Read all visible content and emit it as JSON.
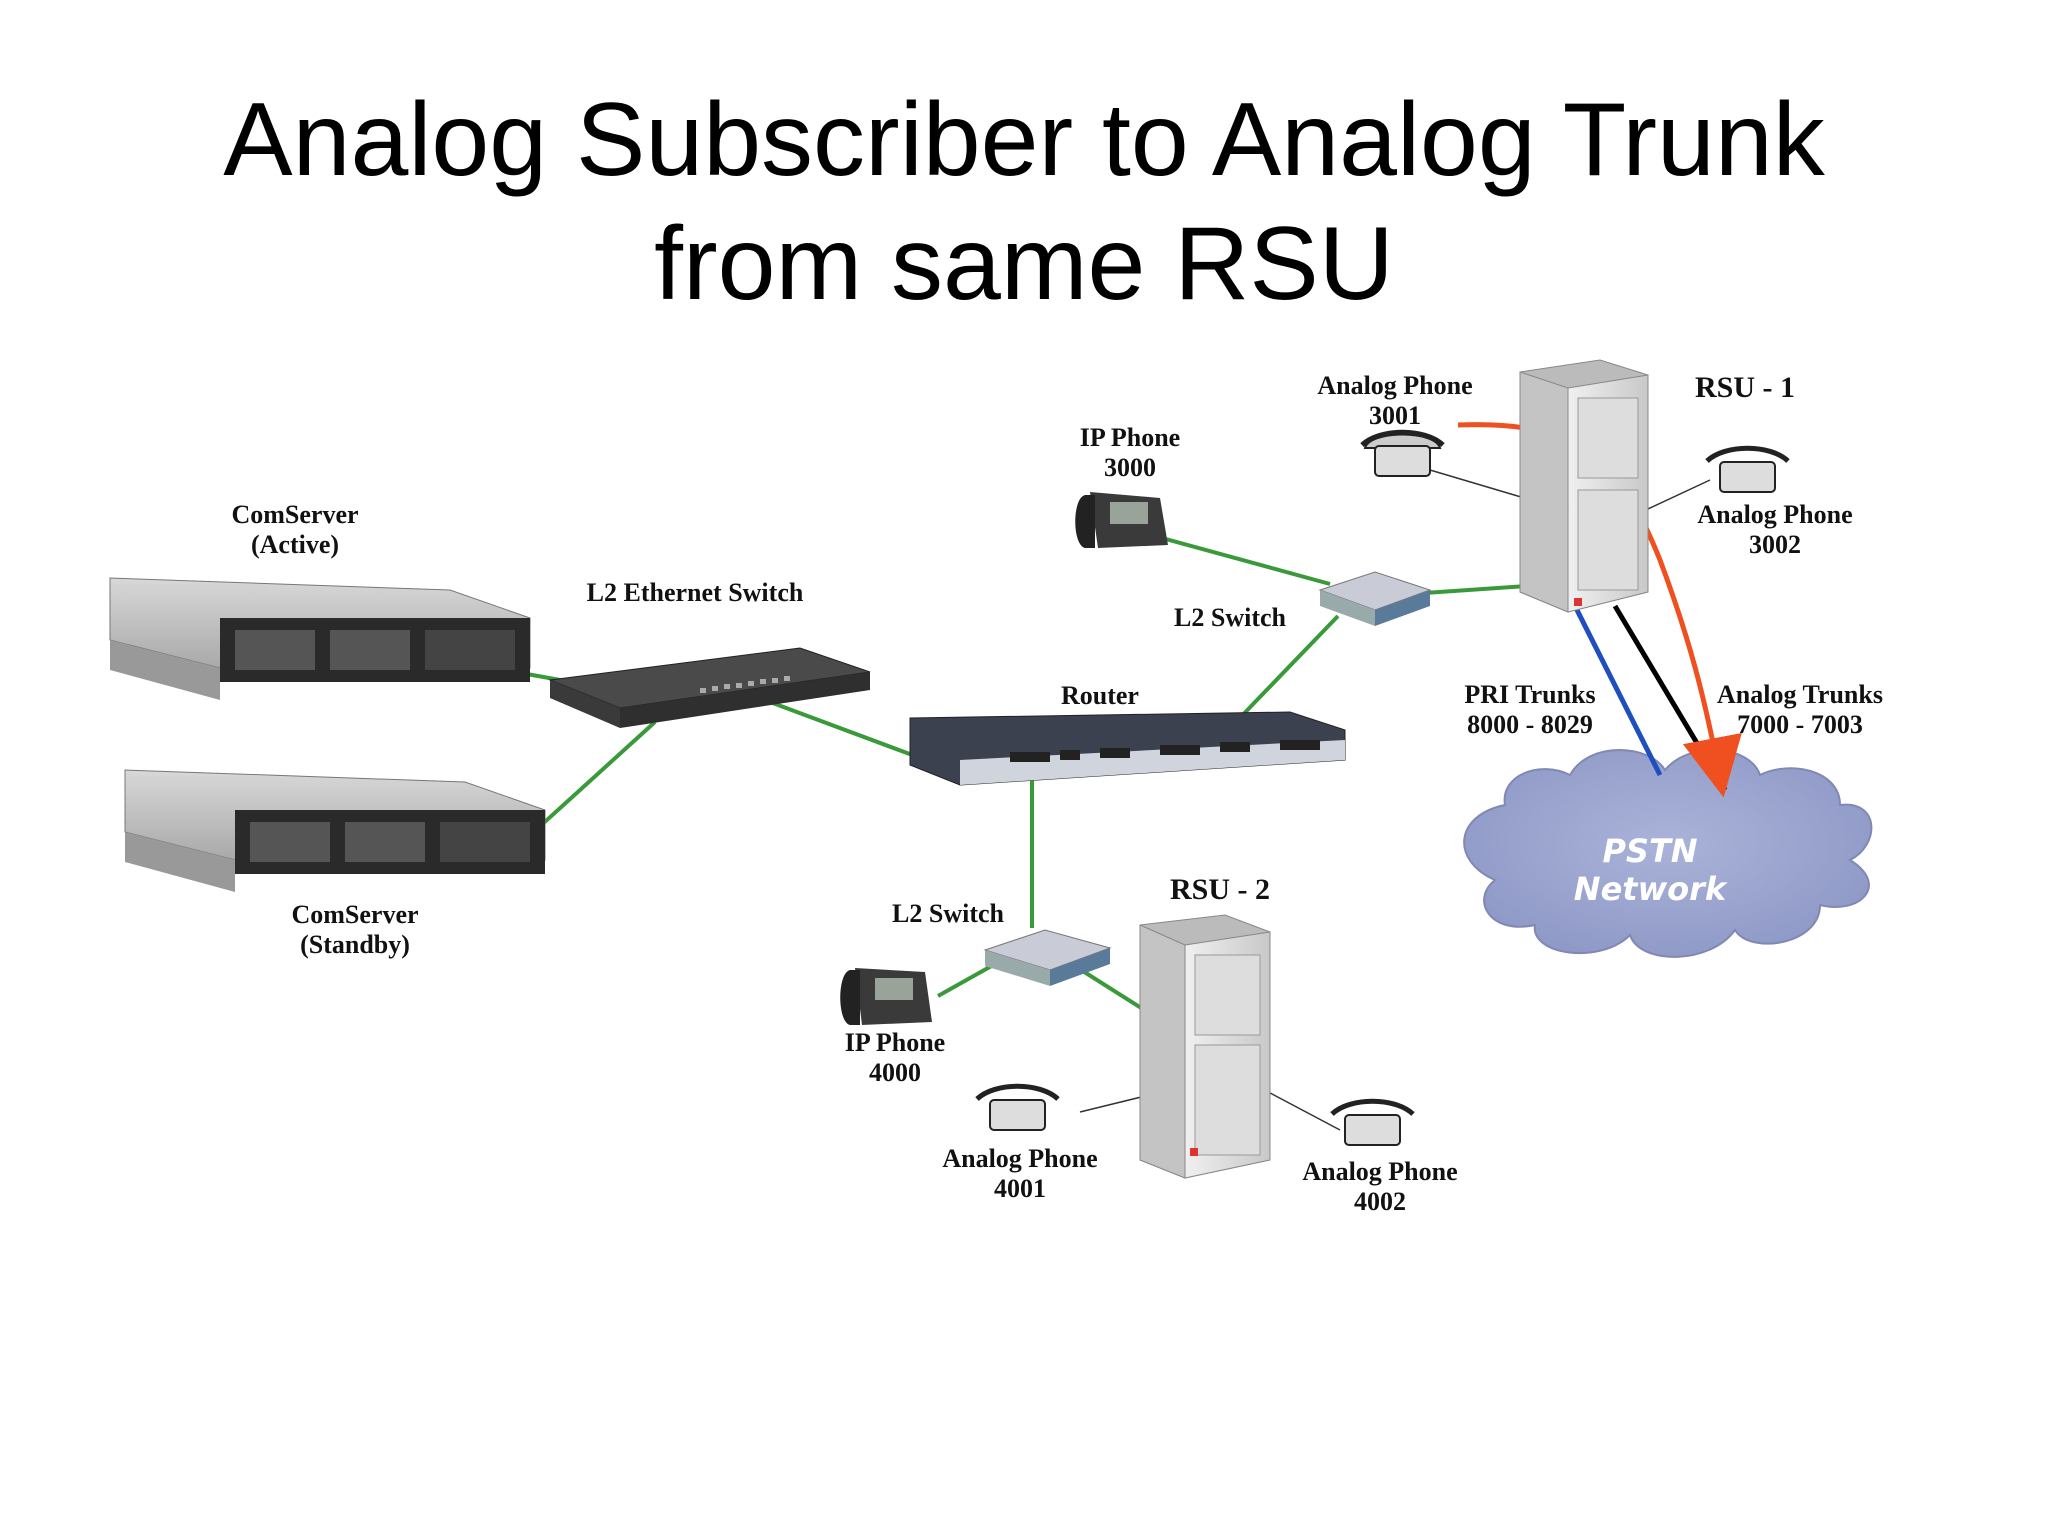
{
  "title": {
    "line1": "Analog Subscriber to Analog Trunk",
    "line2": "from same RSU"
  },
  "nodes": {
    "comserver_active": {
      "name": "ComServer",
      "role": "(Active)",
      "icon": "rack-server-icon"
    },
    "comserver_standby": {
      "name": "ComServer",
      "role": "(Standby)",
      "icon": "rack-server-icon"
    },
    "l2_ethernet_switch": {
      "name": "L2 Ethernet Switch",
      "icon": "ethernet-switch-icon"
    },
    "router": {
      "name": "Router",
      "icon": "router-icon"
    },
    "l2_switch_top": {
      "name": "L2 Switch",
      "icon": "switch-icon"
    },
    "l2_switch_bottom": {
      "name": "L2 Switch",
      "icon": "switch-icon"
    },
    "ip_phone_3000": {
      "name": "IP Phone",
      "number": "3000",
      "icon": "ip-phone-icon"
    },
    "ip_phone_4000": {
      "name": "IP Phone",
      "number": "4000",
      "icon": "ip-phone-icon"
    },
    "analog_phone_3001": {
      "name": "Analog Phone",
      "number": "3001",
      "icon": "analog-phone-icon"
    },
    "analog_phone_3002": {
      "name": "Analog Phone",
      "number": "3002",
      "icon": "analog-phone-icon"
    },
    "analog_phone_4001": {
      "name": "Analog Phone",
      "number": "4001",
      "icon": "analog-phone-icon"
    },
    "analog_phone_4002": {
      "name": "Analog Phone",
      "number": "4002",
      "icon": "analog-phone-icon"
    },
    "rsu_1": {
      "name": "RSU - 1",
      "icon": "rsu-cabinet-icon"
    },
    "rsu_2": {
      "name": "RSU - 2",
      "icon": "rsu-cabinet-icon"
    },
    "pstn": {
      "line1": "PSTN",
      "line2": "Network",
      "icon": "cloud-icon"
    }
  },
  "links": {
    "pri_trunks": {
      "name": "PRI Trunks",
      "range": "8000 - 8029",
      "color": "#1f4fbf"
    },
    "analog_trunks": {
      "name": "Analog Trunks",
      "range": "7000 - 7003",
      "color": "#000000"
    },
    "ethernet_color": "#3a9a3a",
    "call_path_color": "#f05020"
  }
}
